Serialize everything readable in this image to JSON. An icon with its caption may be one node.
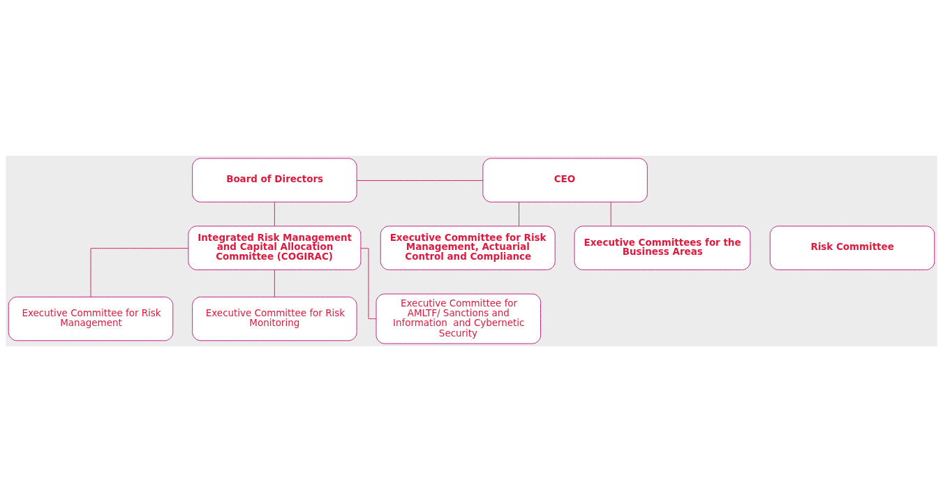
{
  "diagram": {
    "nodes": [
      {
        "text": [
          "Board of Directors"
        ]
      },
      {
        "text": [
          "CEO"
        ]
      },
      {
        "text": [
          "Risk Committee"
        ]
      },
      {
        "text": [
          "Integrated Risk Management and Capital Allocation Committee (COGIRAC)"
        ]
      },
      {
        "text": [
          "Executive Committee for Risk Management, Actuarial Control and Compliance"
        ]
      },
      {
        "text": [
          "Executive Committees for the Business Areas"
        ]
      },
      {
        "text": [
          "Executive Committee for Risk Management"
        ]
      },
      {
        "text": [
          "Executive Committee for Risk Monitoring"
        ]
      },
      {
        "text": [
          "Executive Committee for AMLTF/ Sanctions and Information  and Cybernetic Security"
        ]
      }
    ],
    "edges": [
      {
        "from": 0,
        "to": 1,
        "arrow": "none"
      },
      {
        "from": 0,
        "to": 3,
        "arrow": "none"
      },
      {
        "from": 1,
        "to": 4,
        "arrow": "none"
      },
      {
        "from": 1,
        "to": 5,
        "arrow": "none"
      },
      {
        "from": 3,
        "to": 6,
        "arrow": "none"
      },
      {
        "from": 3,
        "to": 7,
        "arrow": "none"
      },
      {
        "from": 3,
        "to": 8,
        "arrow": "none"
      }
    ]
  }
}
